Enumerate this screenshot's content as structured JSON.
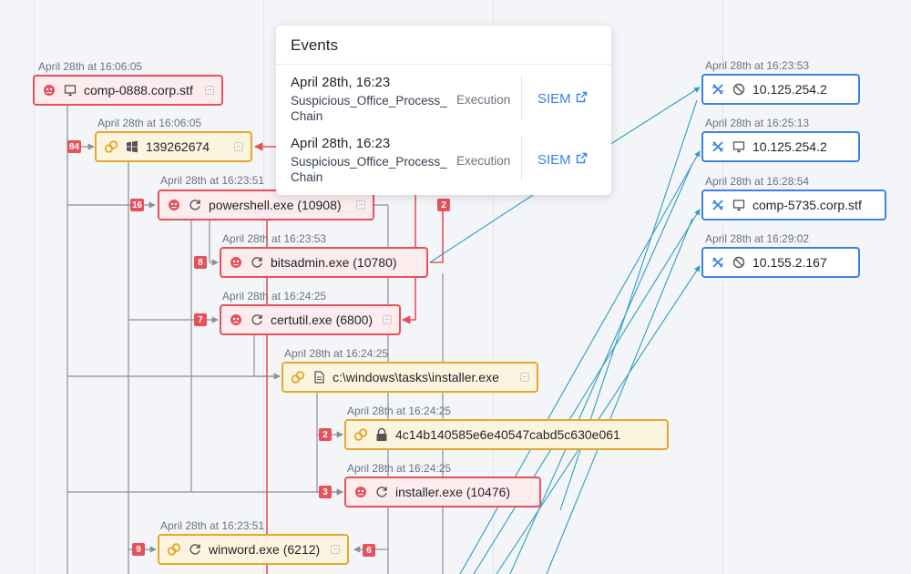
{
  "colors": {
    "red": "#e5525c",
    "yellow": "#e3a92a",
    "blue": "#3b82e6",
    "edge_gray": "#8a8f98",
    "edge_teal": "#2e9ec2"
  },
  "nodes": [
    {
      "id": "n1",
      "ts": "April 28th at 16:06:05",
      "label": "comp-0888.corp.stf",
      "icon": "host-icon",
      "badge": null
    },
    {
      "id": "n2",
      "ts": "April 28th at 16:06:05",
      "label": "139262674",
      "icon": "windows-icon",
      "badge": "84"
    },
    {
      "id": "n3",
      "ts": "April 28th at 16:23:51",
      "label": "powershell.exe (10908)",
      "icon": "process-icon",
      "badge": "16"
    },
    {
      "id": "n4",
      "ts": "April 28th at 16:23:53",
      "label": "bitsadmin.exe (10780)",
      "icon": "process-icon",
      "badge": "8"
    },
    {
      "id": "n5",
      "ts": "April 28th at 16:24:25",
      "label": "certutil.exe (6800)",
      "icon": "process-icon",
      "badge": "7"
    },
    {
      "id": "n6",
      "ts": "April 28th at 16:24:25",
      "label": "c:\\windows\\tasks\\installer.exe",
      "icon": "file-icon",
      "badge": null
    },
    {
      "id": "n7",
      "ts": "April 28th at 16:24:25",
      "label": "4c14b140585e6e40547cabd5c630e061",
      "icon": "hash-icon",
      "badge": "2"
    },
    {
      "id": "n8",
      "ts": "April 28th at 16:24:25",
      "label": "installer.exe (10476)",
      "icon": "process-icon",
      "badge": "3"
    },
    {
      "id": "n9",
      "ts": "April 28th at 16:23:51",
      "label": "winword.exe (6212)",
      "icon": "process-icon",
      "badge": "9"
    },
    {
      "id": "r1",
      "ts": "April 28th at 16:23:53",
      "label": "10.125.254.2",
      "icon": "blocked-icon",
      "badge": null
    },
    {
      "id": "r2",
      "ts": "April 28th at 16:25:13",
      "label": "10.125.254.2",
      "icon": "host-icon",
      "badge": null
    },
    {
      "id": "r3",
      "ts": "April 28th at 16:28:54",
      "label": "comp-5735.corp.stf",
      "icon": "host-icon",
      "badge": null
    },
    {
      "id": "r4",
      "ts": "April 28th at 16:29:02",
      "label": "10.155.2.167",
      "icon": "blocked-icon",
      "badge": null
    }
  ],
  "extra_badges": {
    "edge_2": "2",
    "edge_6": "6"
  },
  "events_popup": {
    "title": "Events",
    "events": [
      {
        "date": "April 28th, 16:23",
        "name": "Suspicious_Office_Process_Chain",
        "tactic": "Execution",
        "link": "SIEM"
      },
      {
        "date": "April 28th, 16:23",
        "name": "Suspicious_Office_Process_Chain",
        "tactic": "Execution",
        "link": "SIEM"
      }
    ]
  }
}
